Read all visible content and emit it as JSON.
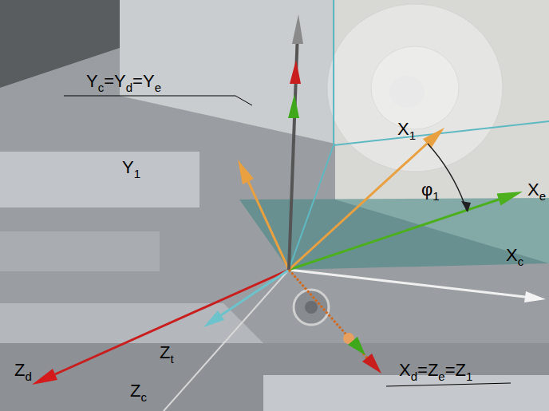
{
  "diagram": {
    "labels": [
      "Yc=Yd=Ye",
      "Y1",
      "X1",
      "φ1",
      "Xe",
      "Xc",
      "Zd",
      "Zt",
      "Zc",
      "Xd=Ze=Z1"
    ]
  }
}
